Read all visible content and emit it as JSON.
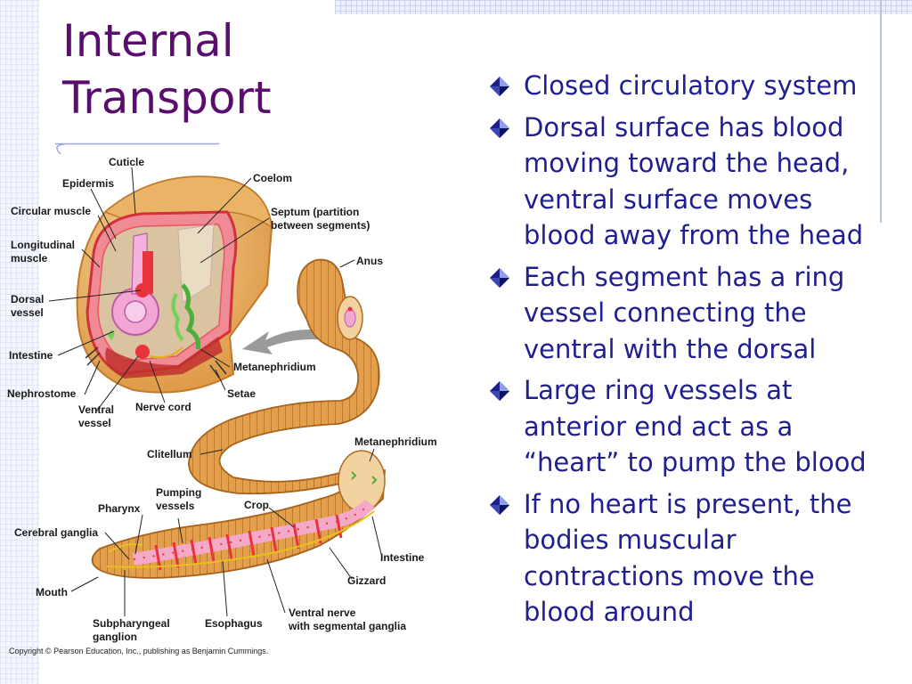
{
  "title": [
    "Internal",
    "Transport"
  ],
  "bullets": [
    "Closed circulatory system",
    "Dorsal surface has blood moving toward the head, ventral surface moves blood away from the head",
    "Each segment has a ring vessel connecting the ventral with the dorsal",
    "Large ring vessels at anterior end act as a “heart” to pump the blood",
    "If no heart is present, the bodies muscular contractions move the blood around"
  ],
  "bullet_icon": "diamond-bullet-icon",
  "colors": {
    "title": "#5b0d6f",
    "body_text": "#1f1f8f",
    "grid": "#c9d0ee",
    "worm_body": "#e1a24a",
    "blood_vessel": "#e8323c",
    "nephridium": "#4caf3c"
  },
  "diagram": {
    "labels": {
      "cuticle": "Cuticle",
      "epidermis": "Epidermis",
      "circular_muscle": "Circular muscle",
      "longitudinal_muscle": [
        "Longitudinal",
        "muscle"
      ],
      "dorsal_vessel": [
        "Dorsal",
        "vessel"
      ],
      "intestine_top": "Intestine",
      "nephrostome": "Nephrostome",
      "ventral_vessel": [
        "Ventral",
        "vessel"
      ],
      "nerve_cord": "Nerve cord",
      "coelom": "Coelom",
      "septum": [
        "Septum (partition",
        "between segments)"
      ],
      "anus": "Anus",
      "metanephridium_top": "Metanephridium",
      "setae": "Setae",
      "clitellum": "Clitellum",
      "metanephridium_bottom": "Metanephridium",
      "pharynx": "Pharynx",
      "pumping_vessels": [
        "Pumping",
        "vessels"
      ],
      "crop": "Crop",
      "cerebral_ganglia": "Cerebral ganglia",
      "intestine_bottom": "Intestine",
      "gizzard": "Gizzard",
      "mouth": "Mouth",
      "subpharyngeal_ganglion": [
        "Subpharyngeal",
        "ganglion"
      ],
      "esophagus": "Esophagus",
      "ventral_nerve": [
        "Ventral nerve",
        "with segmental ganglia"
      ]
    },
    "copyright": "Copyright © Pearson Education, Inc., publishing as Benjamin Cummings."
  }
}
